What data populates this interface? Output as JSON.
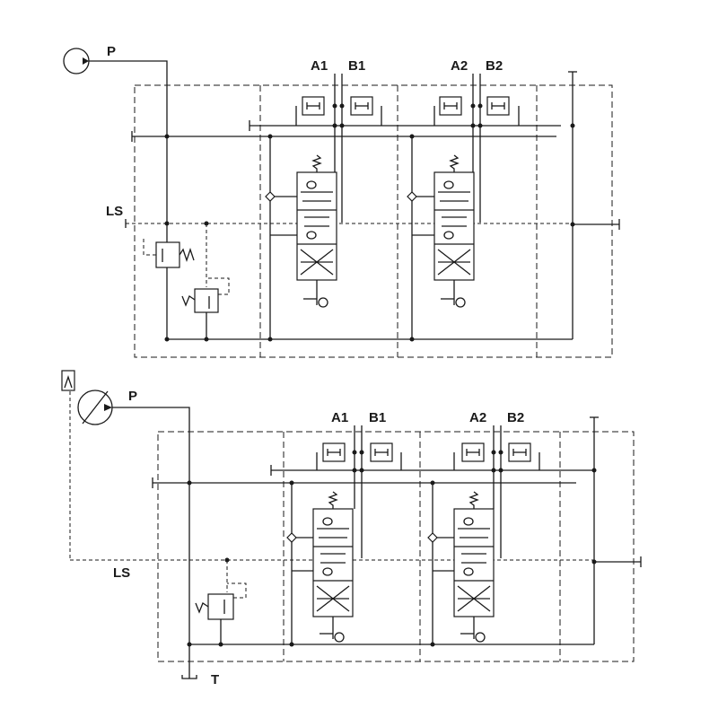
{
  "labels": {
    "top": {
      "P": "P",
      "A1": "A1",
      "B1": "B1",
      "A2": "A2",
      "B2": "B2",
      "LS": "LS"
    },
    "bottom": {
      "P": "P",
      "A1": "A1",
      "B1": "B1",
      "A2": "A2",
      "B2": "B2",
      "LS": "LS",
      "T": "T"
    }
  },
  "colors": {
    "line": "#1a1a1a",
    "background": "#ffffff"
  }
}
